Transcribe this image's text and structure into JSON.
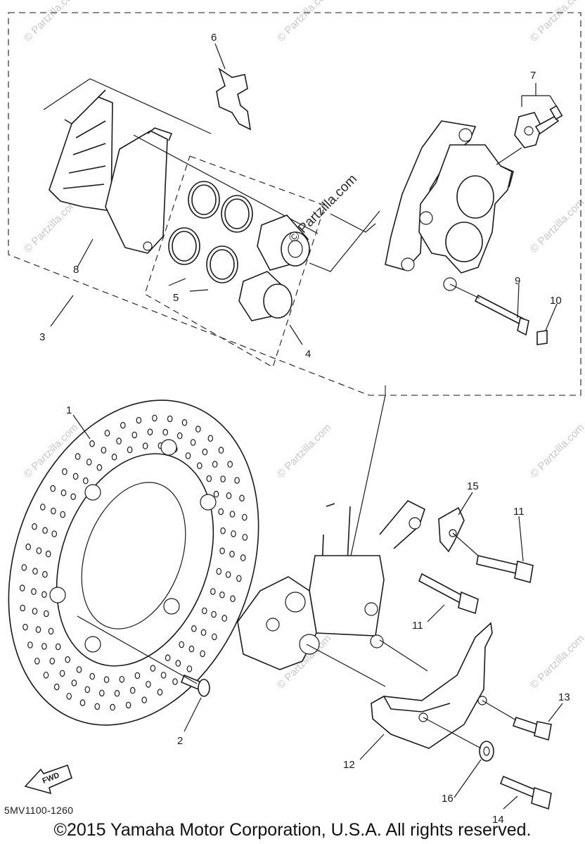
{
  "callouts": {
    "c1": "1",
    "c2": "2",
    "c3": "3",
    "c4": "4",
    "c5": "5",
    "c6": "6",
    "c7": "7",
    "c8": "8",
    "c9": "9",
    "c10": "10",
    "c11a": "11",
    "c11b": "11",
    "c12": "12",
    "c13": "13",
    "c14": "14",
    "c15": "15",
    "c16": "16"
  },
  "watermark": {
    "center": "© Partzilla.com",
    "small": "© Partzilla.com"
  },
  "icons": {
    "fwd_arrow": "fwd-arrow-icon",
    "fwd_label": "FWD"
  },
  "diagram_code": "5MV1100-1260",
  "copyright": "©2015  Yamaha Motor Corporation, U.S.A. All rights reserved."
}
